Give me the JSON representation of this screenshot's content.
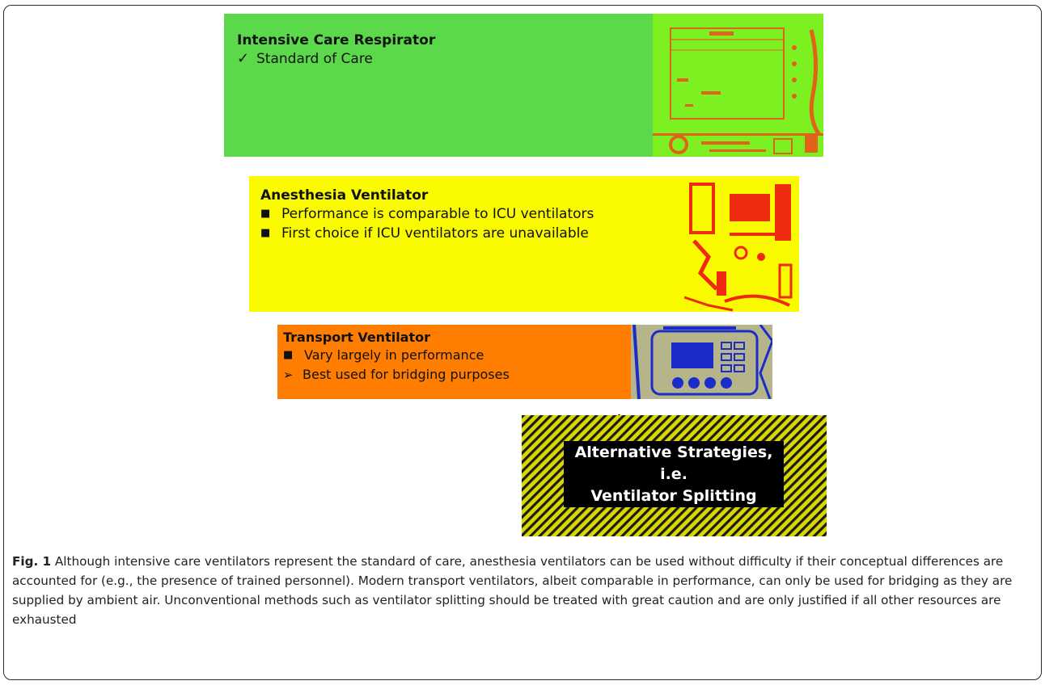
{
  "icu_box": {
    "title": "Intensive Care Respirator",
    "items": [
      {
        "marker": "✓",
        "text": "Standard of Care"
      }
    ]
  },
  "anesthesia_box": {
    "title": "Anesthesia Ventilator",
    "items": [
      {
        "marker": "■",
        "text": "Performance is comparable to ICU ventilators"
      },
      {
        "marker": "■",
        "text": "First choice if ICU ventilators are unavailable"
      }
    ]
  },
  "transport_box": {
    "title": "Transport Ventilator",
    "items": [
      {
        "marker": "■",
        "text": "Vary largely in performance"
      },
      {
        "marker": "➢",
        "text": "Best used for bridging purposes"
      }
    ]
  },
  "alternative_box": {
    "line1": "Alternative Strategies, i.e.",
    "line2": "Ventilator Splitting"
  },
  "warning_icon": {
    "symbol": "!"
  },
  "caption": {
    "label": "Fig. 1",
    "text": " Although intensive care ventilators represent the standard of care, anesthesia ventilators can be used without difficulty if their conceptual differences are accounted for (e.g., the presence of trained personnel). Modern transport ventilators, albeit comparable in performance, can only be used for bridging as they are supplied by ambient air. Unconventional methods such as ventilator splitting should be treated with great caution and are only justified if all other resources are exhausted"
  },
  "colors": {
    "icu": "#5bd94a",
    "anesthesia": "#fbfb00",
    "transport": "#ff7d00",
    "hazard_stripe": "#d8d800"
  }
}
